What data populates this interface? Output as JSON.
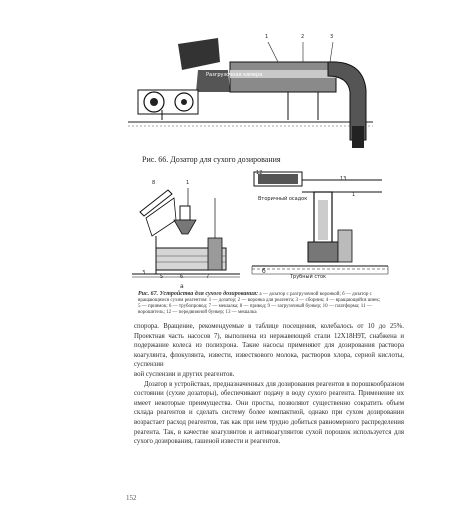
{
  "figure66": {
    "inner_label": "Разгрузочная камера",
    "caption": "Рис. 66. Дозатор для сухого дозирования",
    "numbers": [
      "1",
      "2",
      "3"
    ]
  },
  "figure67": {
    "callouts_left": [
      "8",
      "1",
      "3",
      "5",
      "6",
      "7"
    ],
    "callouts_right": [
      "12",
      "13",
      "1"
    ],
    "label_a": "а",
    "label_b": "б",
    "caption_lead": "Рис. 67. Устройства для сухого дозирования:",
    "caption_body": "а — дозатор с разгрузочной воронкой; б — дозатор с вращающимся сухим реагентом: 1 — дозатор; 2 — воронка для реагента; 3 — сборник; 4 — вращающийся шнек; 5 — приямок; 6 — трубопровод; 7 — мешалка; 8 — привод; 9 — загрузочный бункер; 10 — платформа; 11 — ворошитель; 12 — передвижной бункер; 13 — мешалка",
    "label_right_top": "Вторичный осадок",
    "label_right_bottom": "Трубный сток"
  },
  "body": {
    "paragraphs": [
      "спорора. Вращение, рекомендуемые в таблице посещения, колебалось от 10 до 25%. Проектная часть насосов 7), выполнена из нержавеющей стали 12Х18Н9Т, снабжена и подержание колеса из полихрона. Такие насосы применяют для дозирования раствора коагулянта, флокулянта, извести, известкового молока, растворов хлора, серной кислоты, суспензии",
      "вой суспензии и других реагентов.",
      "Дозатор в устройствах, предназначенных для дозирования реагентов в порошкообразном состоянии (сухие дозаторы), обеспечивают подачу в воду сухого реагента. Применение их имеет некоторые преимущества. Они просты, позволяют существенно сократить объем склада реагентов и сделать систему более компактной, однако при сухом дозировании возрастает расход реагентов, так как при нем трудно добиться равномерного распределения реагента. Так, в качестве коагулянтов и антикоагулянтов сухой порошок используется для сухого дозирования, гашеной извести и реагентов."
    ],
    "page_number": "152"
  }
}
